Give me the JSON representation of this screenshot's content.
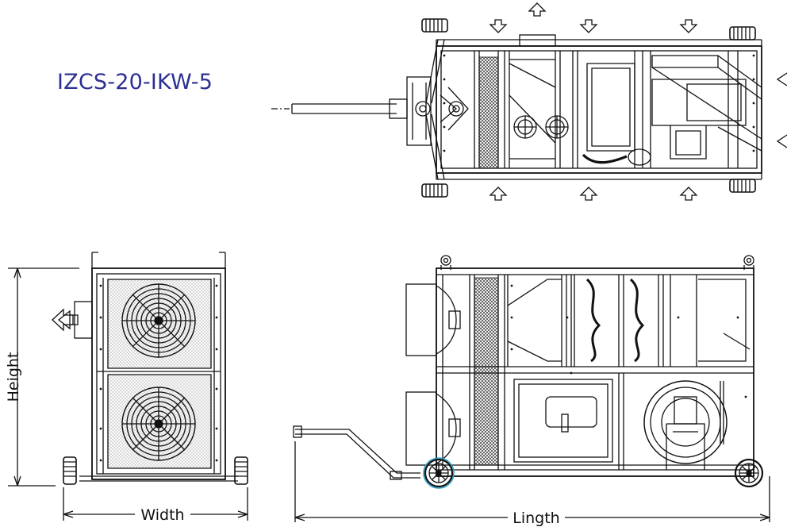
{
  "title": "IZCS-20-IKW-5",
  "dimensions": {
    "height_label": "Height",
    "width_label": "Width",
    "length_label": "Lingth"
  },
  "colors": {
    "title": "#2e3092",
    "lines": "#111111",
    "accent": "#2aa0c8"
  }
}
